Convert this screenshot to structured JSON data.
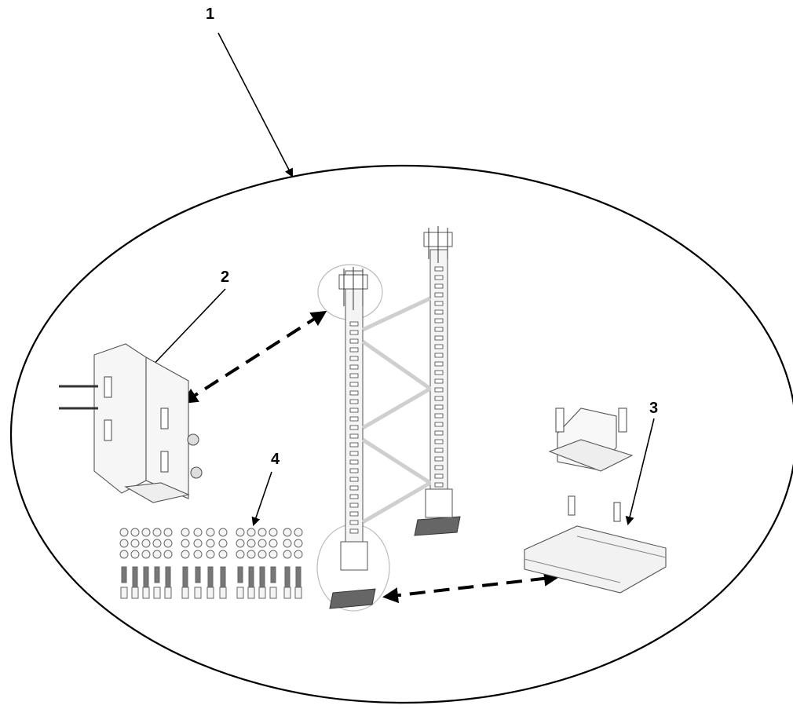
{
  "callouts": {
    "c1": "1",
    "c2": "2",
    "c3": "3",
    "c4": "4"
  },
  "colors": {
    "line": "#000000",
    "part_stroke": "#555555",
    "part_fill": "#f4f4f4",
    "brace": "#cfcfcf",
    "detail_circle": "#bbbbbb"
  }
}
